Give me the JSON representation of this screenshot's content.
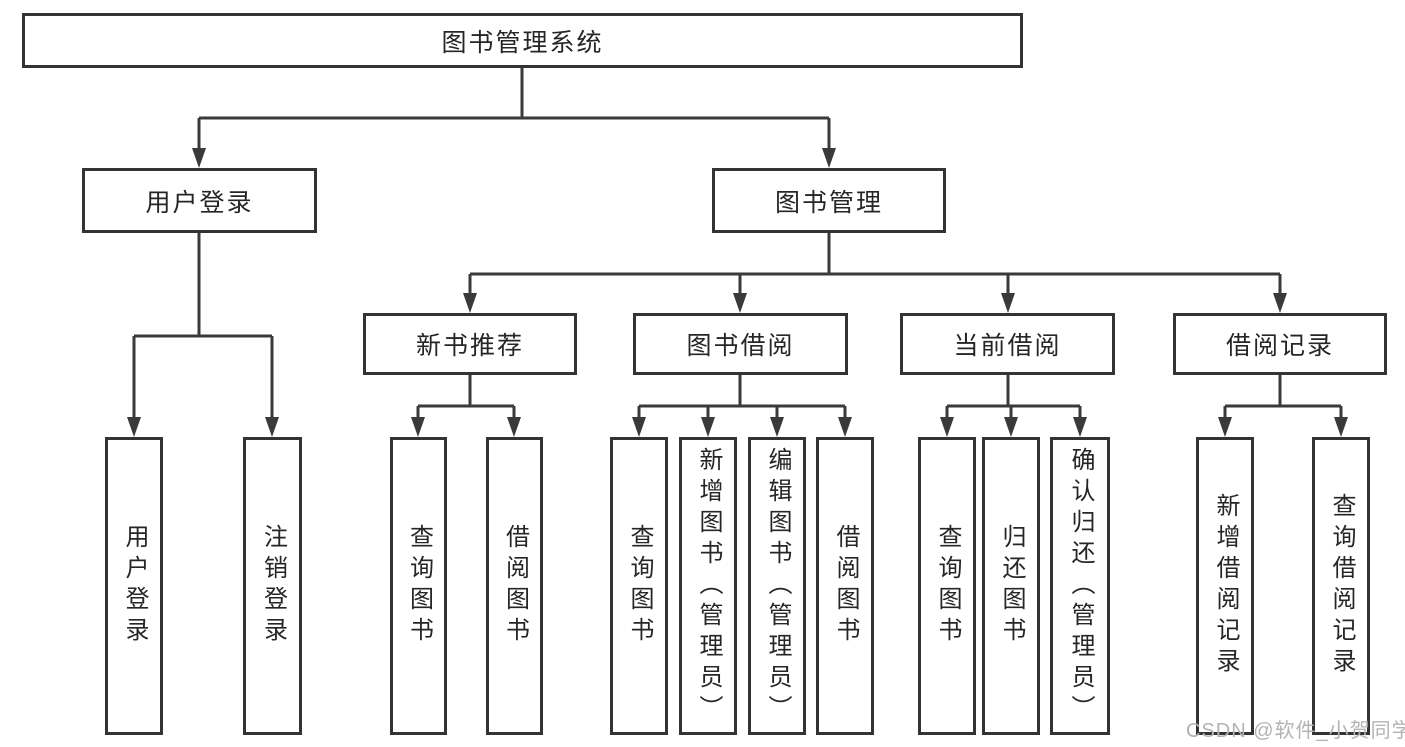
{
  "diagram": {
    "type": "hierarchy-tree",
    "root": {
      "label": "图书管理系统"
    },
    "branches": [
      {
        "label": "用户登录",
        "children": [
          {
            "label": "用户登录"
          },
          {
            "label": "注销登录"
          }
        ]
      },
      {
        "label": "图书管理",
        "children": [
          {
            "label": "新书推荐",
            "children": [
              {
                "label": "查询图书"
              },
              {
                "label": "借阅图书"
              }
            ]
          },
          {
            "label": "图书借阅",
            "children": [
              {
                "label": "查询图书"
              },
              {
                "label": "新增图书（管理员）"
              },
              {
                "label": "编辑图书（管理员）"
              },
              {
                "label": "借阅图书"
              }
            ]
          },
          {
            "label": "当前借阅",
            "children": [
              {
                "label": "查询图书"
              },
              {
                "label": "归还图书"
              },
              {
                "label": "确认归还（管理员）"
              }
            ]
          },
          {
            "label": "借阅记录",
            "children": [
              {
                "label": "新增借阅记录"
              },
              {
                "label": "查询借阅记录"
              }
            ]
          }
        ]
      }
    ]
  },
  "watermark": {
    "text": "CSDN @软件_小贺同学"
  },
  "colors": {
    "background": "#ffffff",
    "box_fill": "#ffffff",
    "box_border": "#333333",
    "line": "#3a3a3a",
    "text": "#262626",
    "watermark": "#b3b3b3"
  }
}
